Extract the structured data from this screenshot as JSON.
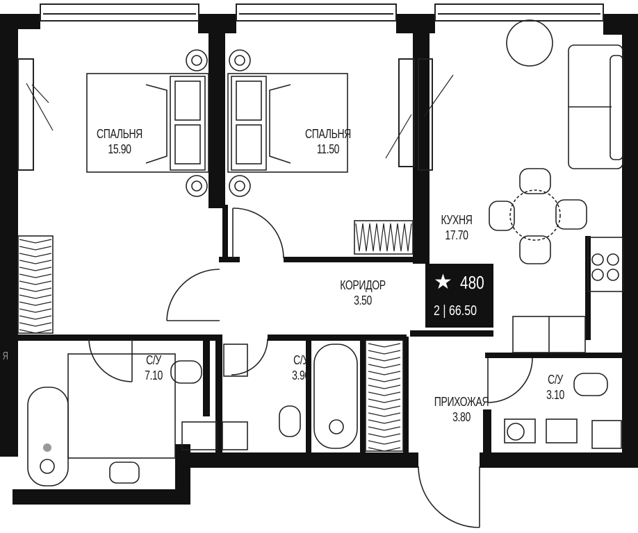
{
  "rooms": [
    {
      "id": "bedroom-1",
      "name": "СПАЛЬНЯ",
      "area": "15.90"
    },
    {
      "id": "bedroom-2",
      "name": "СПАЛЬНЯ",
      "area": "11.50"
    },
    {
      "id": "kitchen",
      "name": "КУХНЯ",
      "area": "17.70"
    },
    {
      "id": "corridor",
      "name": "КОРИДОР",
      "area": "3.50"
    },
    {
      "id": "bathroom-1",
      "name": "С/У",
      "area": "7.10"
    },
    {
      "id": "bathroom-2",
      "name": "С/У",
      "area": "3.90"
    },
    {
      "id": "hallway",
      "name": "ПРИХОЖАЯ",
      "area": "3.80"
    },
    {
      "id": "bathroom-3",
      "name": "С/У",
      "area": "3.10"
    }
  ],
  "badge": {
    "star": "★",
    "price": "480",
    "rooms_count": "2",
    "separator": "|",
    "total_area": "66.50"
  },
  "edge_mark": "Я",
  "colors": {
    "wall": "#111111",
    "line": "#222222",
    "background": "#ffffff"
  }
}
